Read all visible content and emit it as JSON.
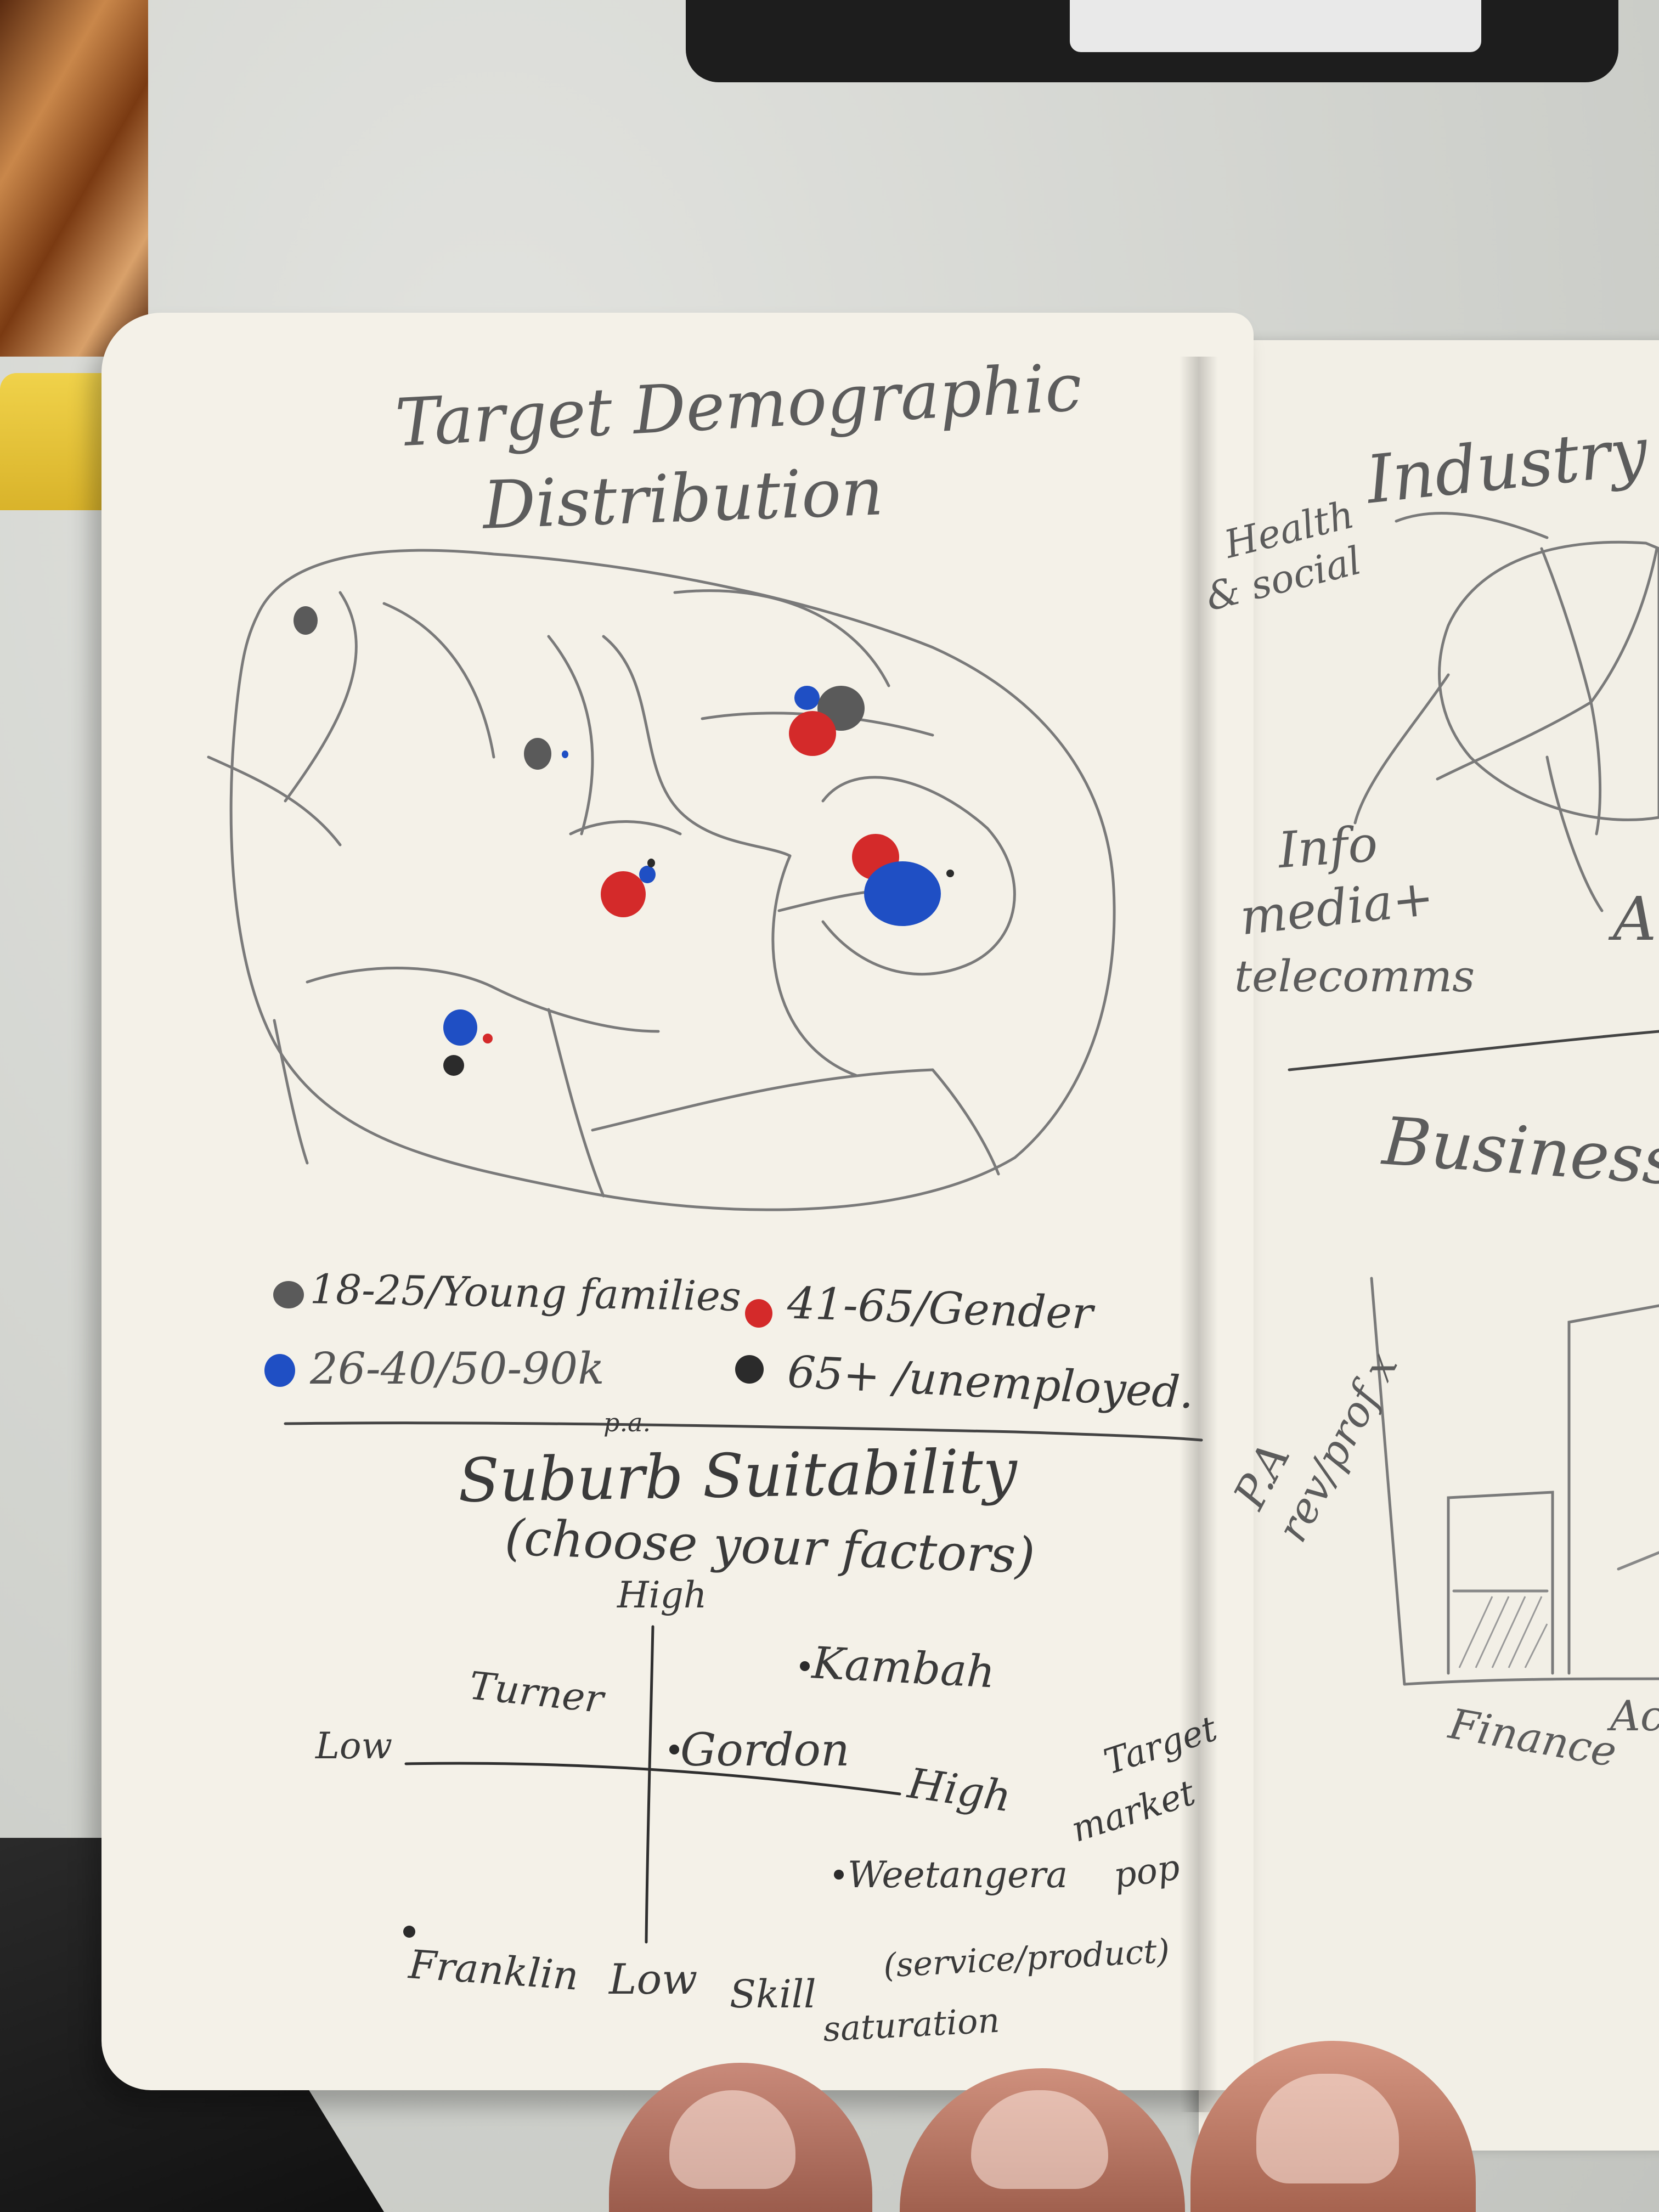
{
  "scene": {
    "colors": {
      "table": "#d4d6d1",
      "paper": "#f4f1e8",
      "pencil": "#5c5c5c",
      "ink": "#3a3a3a",
      "dot_grey": "#5a5a5a",
      "dot_blue": "#1f4fc4",
      "dot_red": "#d42a2a",
      "dot_black": "#2b2b2b"
    }
  },
  "left_page": {
    "title_line1": "Target Demographic",
    "title_line2": "Distribution",
    "legend": [
      {
        "color": "grey",
        "label": "18-25/Young families"
      },
      {
        "color": "red",
        "label": "41-65/Gender"
      },
      {
        "color": "blue",
        "label": "26-40/50-90k"
      },
      {
        "color": "black",
        "label": "65+ /unemployed."
      }
    ],
    "legend_note": "p.a.",
    "section2_title": "Suburb Suitability",
    "section2_subtitle": "(choose your factors)",
    "axis": {
      "y_high": "High",
      "x_low": "Low",
      "x_high": "High",
      "y_low": "Low",
      "x_label_line1": "Target",
      "x_label_line2": "market",
      "x_label_line3": "pop",
      "y_label_line1": "Skill",
      "y_label_line2": "(service/product)",
      "y_label_line3": "saturation"
    },
    "suburbs": [
      {
        "name": "Kambah"
      },
      {
        "name": "Turner"
      },
      {
        "name": "Gordon"
      },
      {
        "name": "Weetangera"
      },
      {
        "name": "Franklin"
      }
    ]
  },
  "right_page": {
    "title": "Industry",
    "label_health_line1": "Health",
    "label_health_line2": "& social",
    "label_info_line1": "Info",
    "label_info_line2": "media+",
    "label_info_line3": "telecomms",
    "label_a": "A",
    "section2_title": "Business",
    "axis_label_line1": "P.A",
    "axis_label_line2": "rev/prof x",
    "bar_label_finance": "Finance",
    "bar_label_a": "Ac"
  }
}
